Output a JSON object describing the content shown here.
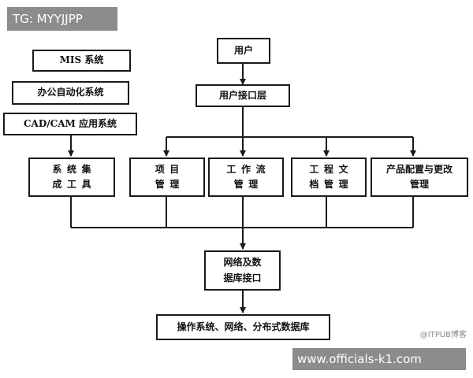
{
  "overlay": {
    "tag": "TG: MYYJJPP",
    "watermark": "@ITPUB博客",
    "url": "www.officials-k1.com"
  },
  "nodes": {
    "mis": "MIS 系统",
    "office": "办公自动化系统",
    "cad": "CAD/CAM 应用系统",
    "integration": "系统集\n成工具",
    "project": "项目\n管理",
    "workflow": "工作流\n管理",
    "docs": "工程文\n档管理",
    "config": "产品配置与更改\n管理",
    "user": "用户",
    "user_interface": "用户接口层",
    "network_db": "网络及数\n据库接口",
    "os": "操作系统、网络、分布式数据库"
  },
  "colors": {
    "line": "#1a1a1a",
    "overlay": "#8c8c8c"
  }
}
